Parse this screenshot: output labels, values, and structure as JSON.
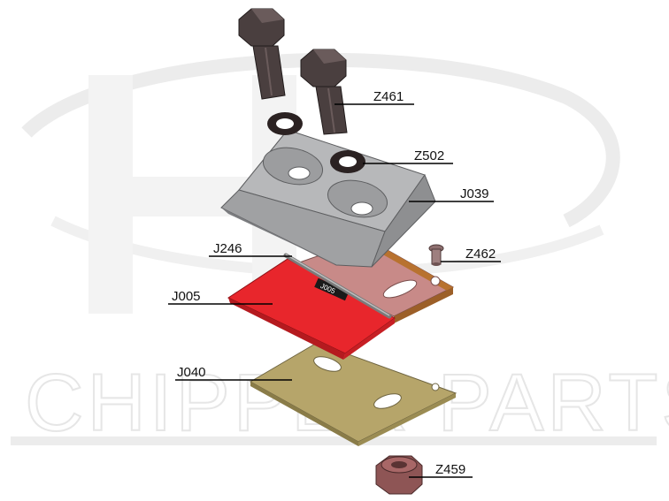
{
  "watermark": {
    "text": "CHIPPER PARTS"
  },
  "parts": {
    "bolt_left": "Z461",
    "washer": "Z502",
    "clamp_block": "J039",
    "pin": "J246",
    "small_screw": "Z462",
    "blade": "J005",
    "base_plate": "J040",
    "nut": "Z459"
  },
  "blade_marking": "J005",
  "colors": {
    "bolt": "#4a3f3f",
    "washer": "#2b2222",
    "clamp_block": "#a9aaac",
    "counter_plate": "#c88a88",
    "counter_plate_edge": "#b8722f",
    "blade": "#e8262c",
    "base_plate": "#b6a56a",
    "nut": "#8e5555",
    "watermark": "#e6e6e6"
  }
}
